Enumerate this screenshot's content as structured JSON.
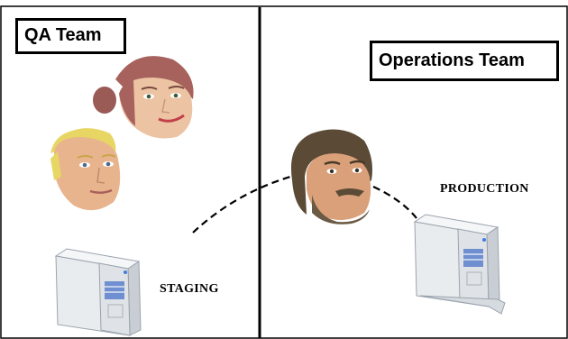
{
  "teams": {
    "qa": {
      "label": "QA Team"
    },
    "operations": {
      "label": "Operations Team"
    }
  },
  "environments": {
    "staging": {
      "label": "STAGING"
    },
    "production": {
      "label": "PRODUCTION"
    }
  },
  "icons": [
    "qa-woman-face-icon",
    "qa-man-face-icon",
    "operations-man-face-icon",
    "staging-server-icon",
    "production-server-icon"
  ],
  "colors": {
    "divider": "#000000",
    "connector": "#000000",
    "server_body": "#e9ecef",
    "server_panel": "#6f8fd0",
    "skin": "#e8b08a"
  }
}
